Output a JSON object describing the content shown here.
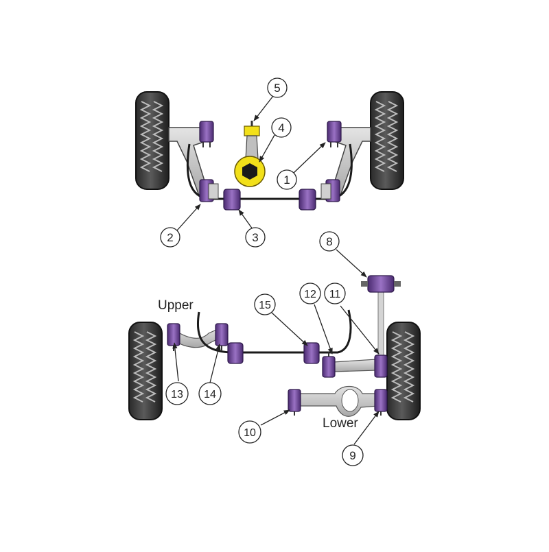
{
  "callouts": {
    "n1": "1",
    "n2": "2",
    "n3": "3",
    "n4": "4",
    "n5": "5",
    "n8": "8",
    "n9": "9",
    "n10": "10",
    "n11": "11",
    "n12": "12",
    "n13": "13",
    "n14": "14",
    "n15": "15"
  },
  "labels": {
    "upper": "Upper",
    "lower": "Lower"
  },
  "colors": {
    "bush": "#7b4fa8",
    "bush_light": "#a07cc8",
    "bush_dark": "#4a2a70",
    "arm": "#c8c8c8",
    "arm_edge": "#555555",
    "tyre": "#3a3a3a",
    "tyre_light": "#d8d8d8",
    "mount_yellow": "#f2e01a",
    "bar": "#1a1a1a"
  },
  "icons": {
    "bush": "purple-bush-icon",
    "tyre": "tyre-icon",
    "engine_mount": "engine-mount-icon"
  }
}
